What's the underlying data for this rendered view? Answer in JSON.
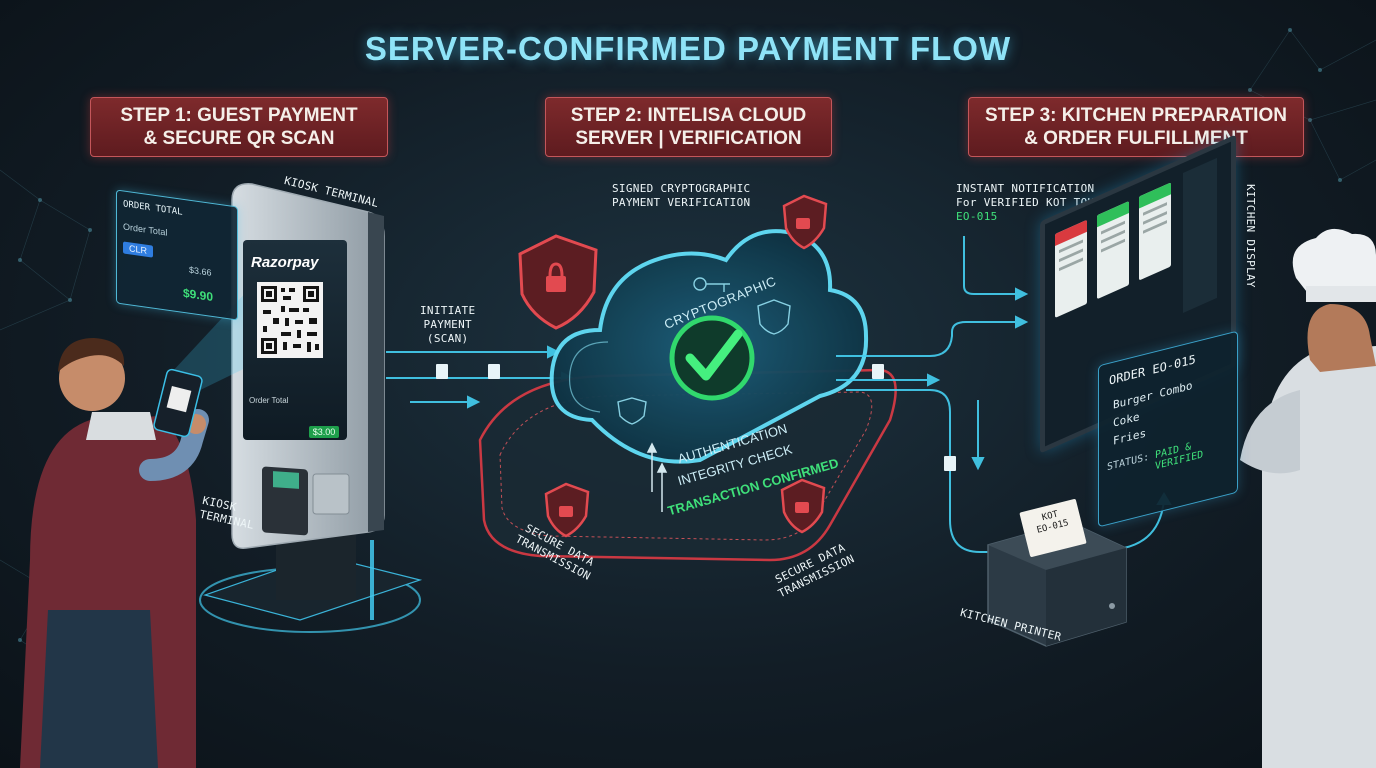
{
  "page": {
    "title": "SERVER-CONFIRMED PAYMENT FLOW"
  },
  "steps": [
    {
      "line1": "STEP 1: GUEST PAYMENT",
      "line2": "& SECURE QR SCAN"
    },
    {
      "line1": "STEP 2: INTELISA CLOUD",
      "line2": "SERVER | VERIFICATION"
    },
    {
      "line1": "STEP 3: KITCHEN PREPARATION",
      "line2": "& ORDER FULFILLMENT"
    }
  ],
  "kiosk": {
    "label_top": "KIOSK TERMINAL",
    "label_bottom_1": "KIOSK",
    "label_bottom_2": "TERMINAL",
    "brand": "Razorpay",
    "screen_order_total": "Order Total",
    "screen_button": "$3.00"
  },
  "order_card": {
    "title": "ORDER TOTAL",
    "row_label": "Order Total",
    "row_value": "$3.66",
    "button": "CLR",
    "total": "$9.90"
  },
  "flow": {
    "initiate_line1": "INITIATE",
    "initiate_line2": "PAYMENT",
    "initiate_line3": "(SCAN)"
  },
  "cloud": {
    "caption_line1": "SIGNED CRYPTOGRAPHIC",
    "caption_line2": "PAYMENT VERIFICATION",
    "cryptographic": "CRYPTOGRAPHIC",
    "auth": "AUTHENTICATION",
    "integrity": "INTEGRITY CHECK",
    "confirmed": "TRANSACTION CONFIRMED",
    "secure_left_1": "SECURE DATA",
    "secure_left_2": "TRANSMISSION",
    "secure_right_1": "SECURE DATA",
    "secure_right_2": "TRANSMISSION"
  },
  "notification": {
    "line1": "INSTANT NOTIFICATION",
    "line2": "For VERIFIED KOT TOKEN:",
    "token": "EO-015"
  },
  "kitchen_display": {
    "label": "KITCHEN DISPLAY"
  },
  "order_panel": {
    "title": "ORDER EO-015",
    "items": [
      "Burger Combo",
      "Coke",
      "Fries"
    ],
    "status_label": "STATUS:",
    "status_value": "PAID & VERIFIED"
  },
  "printer": {
    "label": "KITCHEN PRINTER",
    "ticket_line1": "KOT",
    "ticket_line2": "EO-015"
  },
  "colors": {
    "accent_cyan": "#4fd6f5",
    "alert_red": "#d23a3f",
    "success_green": "#2fd36a"
  }
}
